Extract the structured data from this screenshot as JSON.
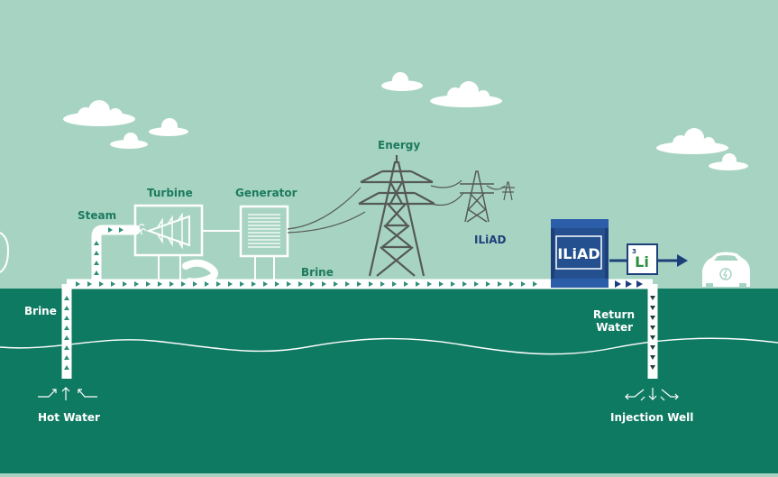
{
  "labels": {
    "steam": "Steam",
    "turbine": "Turbine",
    "generator": "Generator",
    "energy": "Energy",
    "iliad_caption": "ILiAD",
    "brine_top": "Brine",
    "brine_left": "Brine",
    "hot_water": "Hot Water",
    "return_water_1": "Return",
    "return_water_2": "Water",
    "injection_well": "Injection Well"
  },
  "iliad_unit": {
    "name": "ILiAD"
  },
  "lithium": {
    "atomic_number": "3",
    "symbol": "Li"
  },
  "colors": {
    "sky": "#a7d4c2",
    "ground": "#0f7a62",
    "pipe": "#ffffff",
    "arrow": "#2e8f78",
    "navy": "#1d3f7a",
    "equipment_outline": "#ffffff",
    "tower": "#555a57",
    "label_green": "#1c7a5e"
  },
  "icons": [
    "cloud-icon",
    "electric-car-icon",
    "transmission-tower-icon",
    "lithium-element-icon"
  ]
}
